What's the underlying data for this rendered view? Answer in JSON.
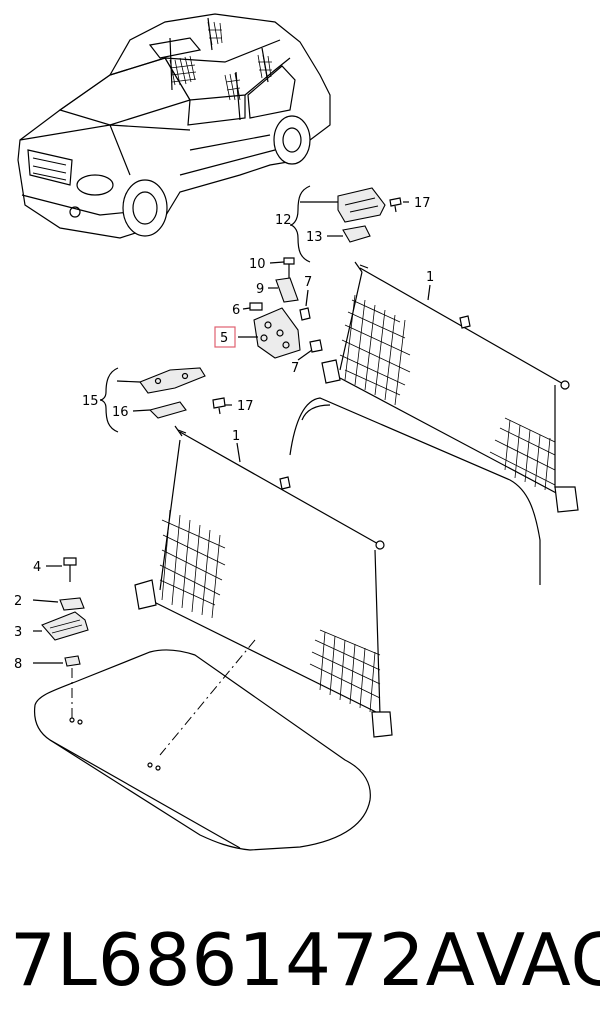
{
  "callouts": [
    {
      "id": "c1a",
      "label": "1"
    },
    {
      "id": "c1b",
      "label": "1"
    },
    {
      "id": "c2",
      "label": "2"
    },
    {
      "id": "c3",
      "label": "3"
    },
    {
      "id": "c4",
      "label": "4"
    },
    {
      "id": "c5",
      "label": "5",
      "highlighted": true
    },
    {
      "id": "c6",
      "label": "6"
    },
    {
      "id": "c7a",
      "label": "7"
    },
    {
      "id": "c7b",
      "label": "7"
    },
    {
      "id": "c8",
      "label": "8"
    },
    {
      "id": "c9",
      "label": "9"
    },
    {
      "id": "c10",
      "label": "10"
    },
    {
      "id": "c12",
      "label": "12"
    },
    {
      "id": "c13",
      "label": "13"
    },
    {
      "id": "c15",
      "label": "15"
    },
    {
      "id": "c16",
      "label": "16"
    },
    {
      "id": "c17a",
      "label": "17"
    },
    {
      "id": "c17b",
      "label": "17"
    }
  ],
  "highlight_color": "#e06070",
  "caption": {
    "part_number": "7L6861472A",
    "brand": "VAG"
  }
}
